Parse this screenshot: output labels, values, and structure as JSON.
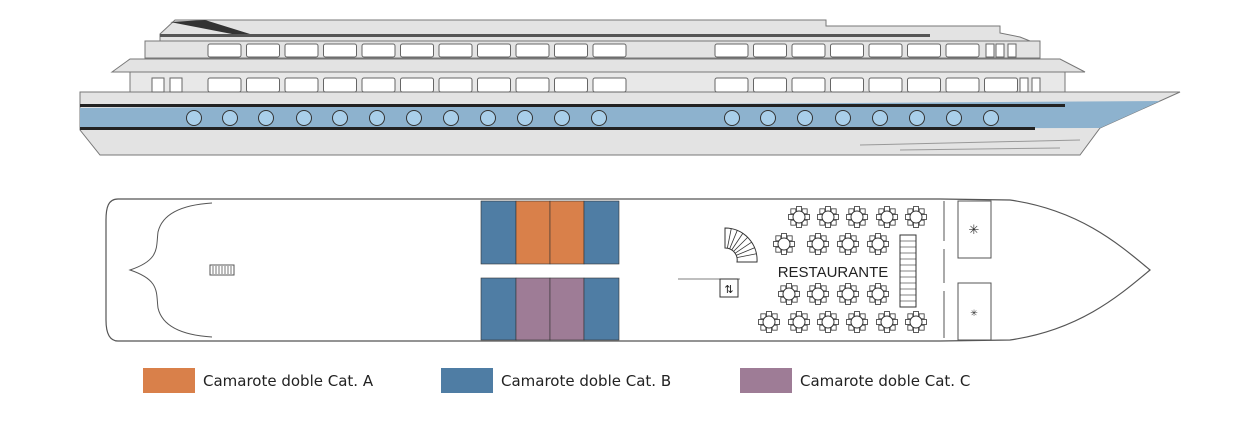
{
  "deck_plan": {
    "restaurant_label": "RESTAURANTE"
  },
  "legend": [
    {
      "label": "Camarote doble Cat. A",
      "color": "#D9804A"
    },
    {
      "label": "Camarote doble Cat. B",
      "color": "#4F7DA4"
    },
    {
      "label": "Camarote doble Cat. C",
      "color": "#9E7C96"
    }
  ],
  "colors": {
    "hull_blue": "#8DB2CE",
    "porthole_fill": "#A9CFEA",
    "outline": "#555555",
    "structure_grey": "#E3E3E3"
  },
  "icons": [
    "staircase-icon",
    "elevator-icon",
    "buffet-table-icon",
    "galley-icon"
  ]
}
